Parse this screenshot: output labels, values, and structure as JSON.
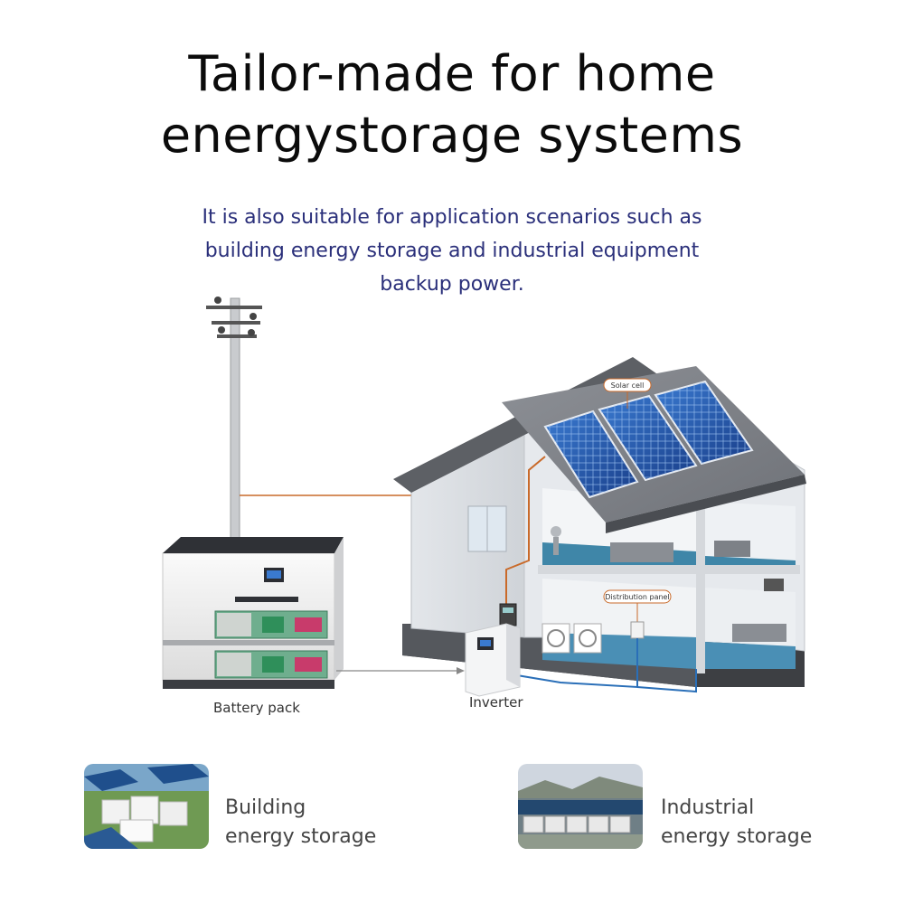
{
  "heading": {
    "line1": "Tailor-made for home",
    "line2": "energystorage systems"
  },
  "subheading": {
    "line1": "It is also suitable for application scenarios such as",
    "line2": "building energy storage and industrial equipment",
    "line3": "backup power."
  },
  "diagram": {
    "battery_label": "Battery pack",
    "inverter_label": "Inverter",
    "solar_tag": "Solar cell",
    "panel_tag": "Distribution panel"
  },
  "applications": [
    {
      "line1": "Building",
      "line2": "energy storage"
    },
    {
      "line1": "Industrial",
      "line2": "energy storage"
    }
  ],
  "colors": {
    "subtitle": "#2a2f7a",
    "wire": "#c96a2a",
    "cable_blue": "#2a6fb8"
  }
}
